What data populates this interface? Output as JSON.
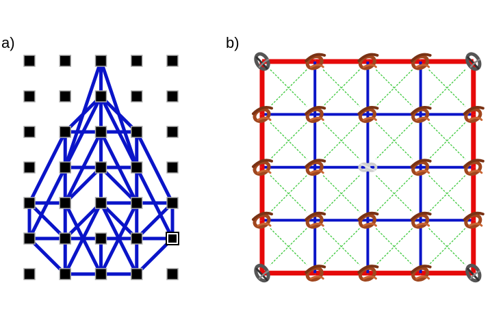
{
  "panels": [
    {
      "label": "a)"
    },
    {
      "label": "b)"
    }
  ],
  "colors": {
    "node_fill": "#000000",
    "node_outline": "#a8a8a8",
    "edge_blue": "#0a14c8",
    "edge_red": "#e60a0a",
    "diagonal_green": "#3cc83c",
    "knot_brown": "#a0461e",
    "knot_gray": "#555555",
    "center_knot": "#cfcfcf"
  },
  "panel_a": {
    "grid": {
      "columns": 5,
      "rows": 7
    },
    "edges": [
      [
        [
          2,
          0
        ],
        [
          1,
          3
        ]
      ],
      [
        [
          2,
          0
        ],
        [
          3,
          3
        ]
      ],
      [
        [
          2,
          0
        ],
        [
          2,
          1
        ]
      ],
      [
        [
          2,
          1
        ],
        [
          1,
          2
        ]
      ],
      [
        [
          2,
          1
        ],
        [
          3,
          2
        ]
      ],
      [
        [
          2,
          1
        ],
        [
          2,
          2
        ]
      ],
      [
        [
          2,
          1
        ],
        [
          1,
          3
        ]
      ],
      [
        [
          2,
          1
        ],
        [
          3,
          3
        ]
      ],
      [
        [
          1,
          2
        ],
        [
          2,
          2
        ]
      ],
      [
        [
          2,
          2
        ],
        [
          3,
          2
        ]
      ],
      [
        [
          1,
          2
        ],
        [
          1,
          3
        ]
      ],
      [
        [
          3,
          2
        ],
        [
          3,
          3
        ]
      ],
      [
        [
          2,
          2
        ],
        [
          2,
          3
        ]
      ],
      [
        [
          2,
          2
        ],
        [
          1,
          4
        ]
      ],
      [
        [
          2,
          2
        ],
        [
          3,
          4
        ]
      ],
      [
        [
          1,
          2
        ],
        [
          0,
          4
        ]
      ],
      [
        [
          3,
          2
        ],
        [
          4,
          4
        ]
      ],
      [
        [
          1,
          3
        ],
        [
          2,
          3
        ]
      ],
      [
        [
          2,
          3
        ],
        [
          3,
          3
        ]
      ],
      [
        [
          2,
          3
        ],
        [
          1,
          4
        ]
      ],
      [
        [
          2,
          3
        ],
        [
          3,
          4
        ]
      ],
      [
        [
          2,
          3
        ],
        [
          2,
          4
        ]
      ],
      [
        [
          1,
          3
        ],
        [
          1,
          5
        ]
      ],
      [
        [
          3,
          3
        ],
        [
          3,
          5
        ]
      ],
      [
        [
          1,
          3
        ],
        [
          0,
          5
        ]
      ],
      [
        [
          3,
          3
        ],
        [
          4,
          5
        ]
      ],
      [
        [
          0,
          4
        ],
        [
          1,
          4
        ]
      ],
      [
        [
          2,
          4
        ],
        [
          3,
          4
        ]
      ],
      [
        [
          3,
          4
        ],
        [
          4,
          4
        ]
      ],
      [
        [
          0,
          4
        ],
        [
          0,
          5
        ]
      ],
      [
        [
          4,
          4
        ],
        [
          4,
          5
        ]
      ],
      [
        [
          0,
          4
        ],
        [
          1,
          5
        ]
      ],
      [
        [
          4,
          4
        ],
        [
          3,
          5
        ]
      ],
      [
        [
          1,
          4
        ],
        [
          2,
          6
        ]
      ],
      [
        [
          3,
          4
        ],
        [
          2,
          6
        ]
      ],
      [
        [
          2,
          4
        ],
        [
          1,
          5
        ]
      ],
      [
        [
          2,
          4
        ],
        [
          3,
          5
        ]
      ],
      [
        [
          2,
          4
        ],
        [
          1,
          6
        ]
      ],
      [
        [
          2,
          4
        ],
        [
          3,
          6
        ]
      ],
      [
        [
          0,
          5
        ],
        [
          1,
          5
        ]
      ],
      [
        [
          1,
          5
        ],
        [
          2,
          5
        ]
      ],
      [
        [
          2,
          5
        ],
        [
          3,
          5
        ]
      ],
      [
        [
          3,
          5
        ],
        [
          4,
          5
        ]
      ],
      [
        [
          2,
          5
        ],
        [
          2,
          6
        ]
      ],
      [
        [
          1,
          5
        ],
        [
          1,
          6
        ]
      ],
      [
        [
          3,
          5
        ],
        [
          3,
          6
        ]
      ],
      [
        [
          0,
          5
        ],
        [
          1,
          6
        ]
      ],
      [
        [
          4,
          5
        ],
        [
          3,
          6
        ]
      ],
      [
        [
          1,
          6
        ],
        [
          2,
          6
        ]
      ],
      [
        [
          2,
          6
        ],
        [
          3,
          6
        ]
      ]
    ],
    "highlighted_nodes": [
      [
        4,
        5
      ]
    ]
  },
  "panel_b": {
    "grid": {
      "columns": 5,
      "rows": 5
    },
    "corner_knots": [
      [
        0,
        0
      ],
      [
        4,
        0
      ],
      [
        0,
        4
      ],
      [
        4,
        4
      ]
    ],
    "center_knot": [
      2,
      2
    ]
  }
}
